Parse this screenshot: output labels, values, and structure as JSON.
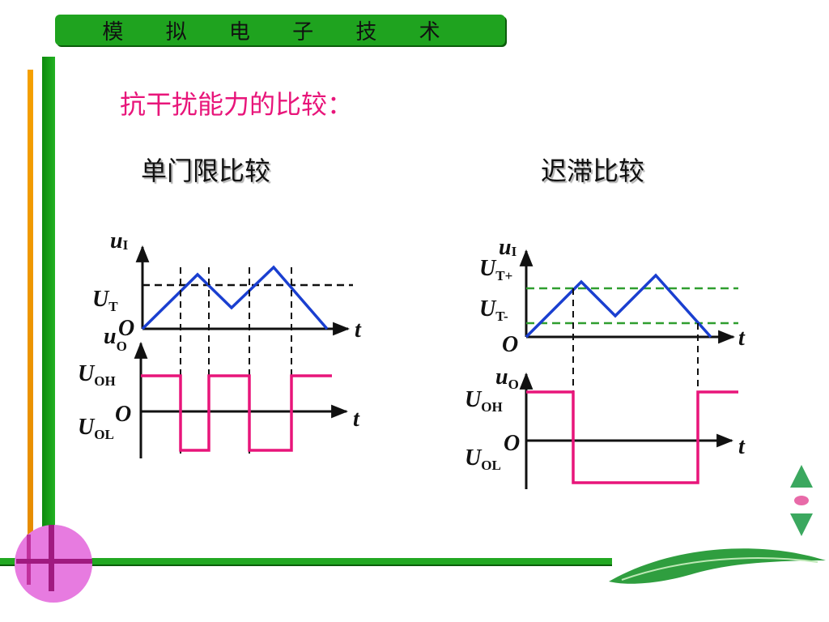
{
  "header": {
    "title": "模 拟 电 子 技 术"
  },
  "main_heading": "抗干扰能力的比较：",
  "left_panel": {
    "title": "单门限比较",
    "input_label": "u",
    "input_sub": "I",
    "threshold_label": "U",
    "threshold_sub": "T",
    "output_label": "u",
    "output_sub": "O",
    "origin": "O",
    "time_label": "t",
    "uoh_label": "U",
    "uoh_sub": "OH",
    "uol_label": "U",
    "uol_sub": "OL",
    "origin2": "O",
    "time_label2": "t"
  },
  "right_panel": {
    "title": "迟滞比较",
    "input_label": "u",
    "input_sub": "I",
    "utp_label": "U",
    "utp_sub": "T+",
    "utm_label": "U",
    "utm_sub": "T-",
    "origin": "O",
    "time_label": "t",
    "output_label": "u",
    "output_sub": "O",
    "uoh_label": "U",
    "uoh_sub": "OH",
    "uol_label": "U",
    "uol_sub": "OL",
    "origin2": "O",
    "time_label2": "t"
  },
  "colors": {
    "input_wave": "#1a3fd0",
    "output_wave": "#e8157a",
    "threshold_single": "#111111",
    "threshold_hysteresis": "#2f9e2f",
    "heading": "#e8157a",
    "header_bar": "#1fa31f"
  },
  "icons": [
    "nav-up-icon",
    "nav-dot-icon",
    "nav-down-icon",
    "leaf-decoration-icon"
  ]
}
